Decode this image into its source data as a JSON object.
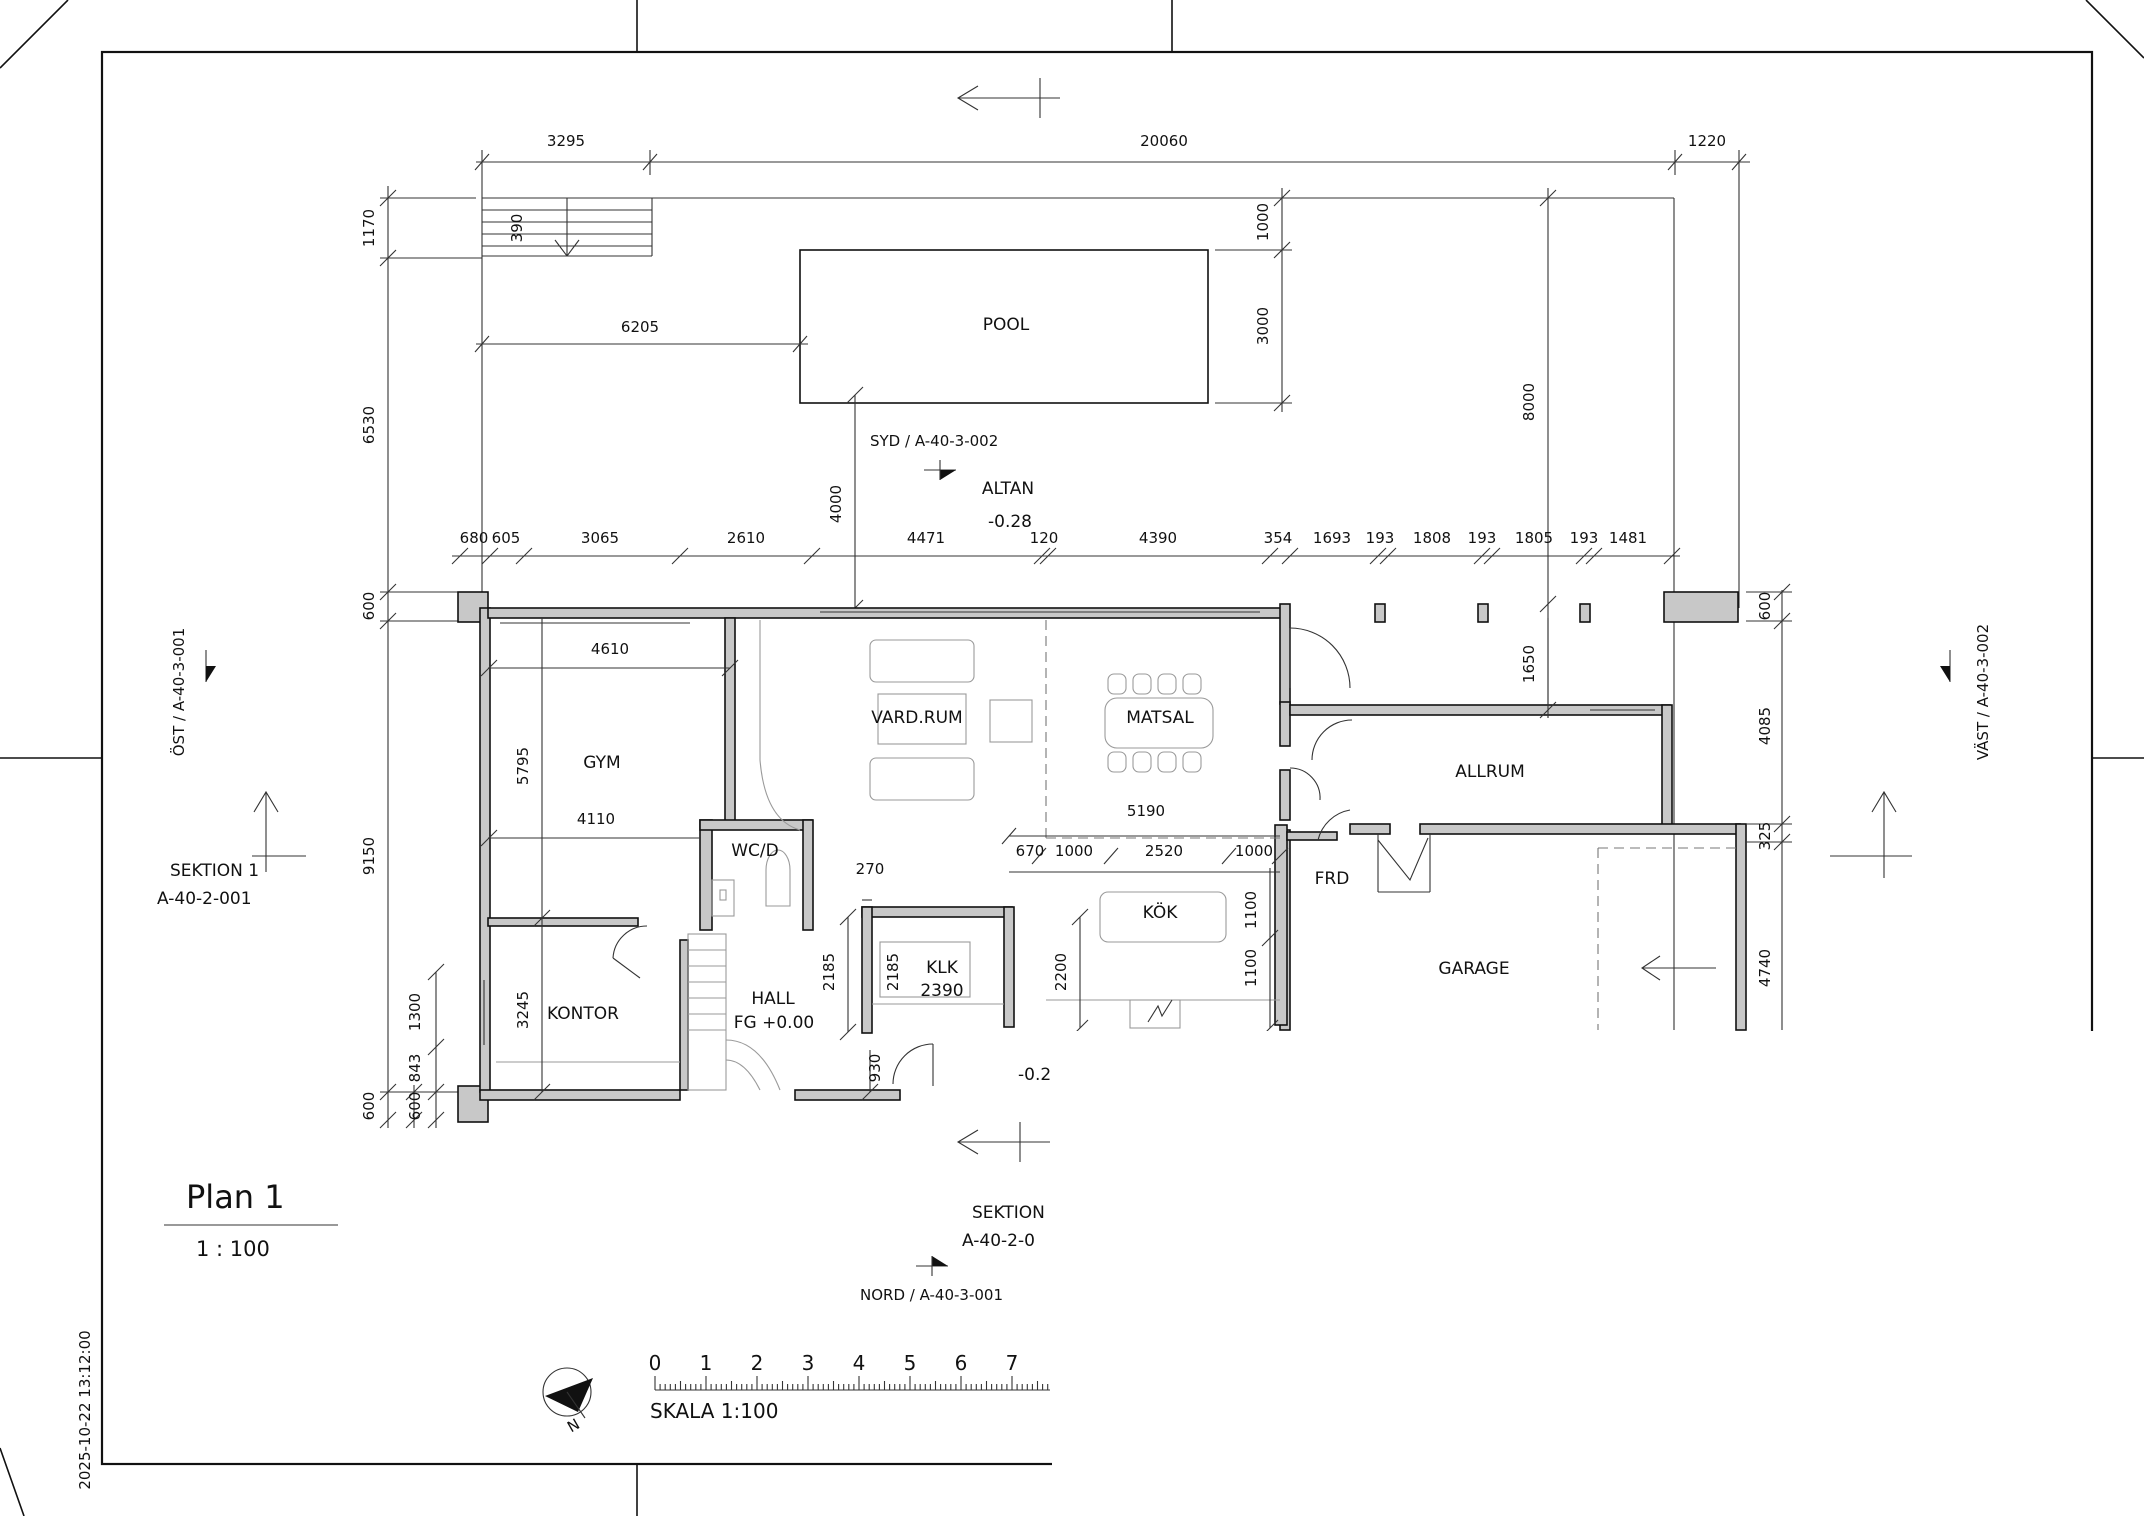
{
  "drawing": {
    "plan_title": "Plan 1",
    "plan_scale": "1 : 100",
    "timestamp": "2025-10-22 13:12:00",
    "north_letter": "N",
    "scale_bar": {
      "label": "SKALA 1:100",
      "ticks": [
        "0",
        "1",
        "2",
        "3",
        "4",
        "5",
        "6",
        "7"
      ]
    }
  },
  "rooms": {
    "pool": "POOL",
    "altan": "ALTAN",
    "altan_level": "-0.28",
    "gym": "GYM",
    "vardrum": "VARD.RUM",
    "matsal": "MATSAL",
    "allrum": "ALLRUM",
    "wcd": "WC/D",
    "kontor": "KONTOR",
    "hall": "HALL",
    "hall_level": "FG +0.00",
    "klk": "KLK",
    "klk_size": "2390",
    "kok": "KÖK",
    "frd": "FRD",
    "garage": "GARAGE",
    "entry_level": "-0.2("
  },
  "references": {
    "syd": "SYD / A-40-3-002",
    "ost": "ÖST / A-40-3-001",
    "vast": "VÄST / A-40-3-002",
    "nord": "NORD / A-40-3-001",
    "sektion_left_1": "SEKTION 1",
    "sektion_left_2": "A-40-2-001",
    "sektion_bottom_1": "SEKTION",
    "sektion_bottom_2": "A-40-2-0"
  },
  "dimensions": {
    "top_3295": "3295",
    "top_20060": "20060",
    "top_1220": "1220",
    "pool_6205": "6205",
    "pool_1000": "1000",
    "pool_3000": "3000",
    "pool_8000": "8000",
    "stair_390": "390",
    "left_1170": "1170",
    "left_6530": "6530",
    "left_600a": "600",
    "left_9150": "9150",
    "left_600b": "600",
    "left_1300": "1300",
    "left_843": "843",
    "left_600c": "600",
    "d_4000": "4000",
    "row_680": "680",
    "row_605": "605",
    "row_3065": "3065",
    "row_2610": "2610",
    "row_4471": "4471",
    "row_120": "120",
    "row_4390": "4390",
    "row_354": "354",
    "row_1693": "1693",
    "row_193a": "193",
    "row_1808": "1808",
    "row_193b": "193",
    "row_1805": "1805",
    "row_193c": "193",
    "row_1481": "1481",
    "gym_4610": "4610",
    "gym_5795": "5795",
    "gym_4110": "4110",
    "kontor_3245": "3245",
    "d_1650": "1650",
    "r_600": "600",
    "r_4085": "4085",
    "r_325": "325",
    "r_4740": "4740",
    "d_5190": "5190",
    "k_670": "670",
    "k_1000a": "1000",
    "k_2520": "2520",
    "k_1000b": "1000",
    "d_270": "270",
    "d_2185a": "2185",
    "d_2185b": "2185",
    "d_2200": "2200",
    "k_1100a": "1100",
    "k_1100b": "1100",
    "d_930": "930"
  }
}
